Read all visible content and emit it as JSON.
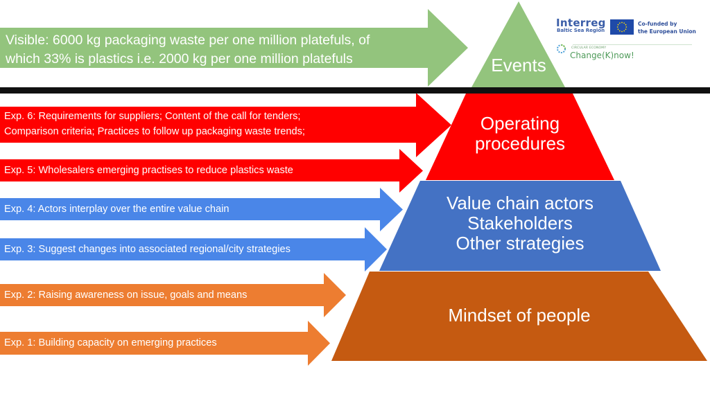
{
  "colors": {
    "green": "#93c47d",
    "red": "#ff0000",
    "blue_arrow": "#4a86e8",
    "blue_level": "#4472c4",
    "orange_arrow": "#ed7d31",
    "orange_level": "#c55a11",
    "divider": "#111111",
    "text": "#ffffff"
  },
  "logos": {
    "interreg_title": "Interreg",
    "interreg_subtitle": "Baltic Sea Region",
    "eu_line1": "Co-funded by",
    "eu_line2": "the European Union",
    "circular_economy_label": "CIRCULAR ECONOMY",
    "project_name": "Change(K)now!"
  },
  "pyramid": [
    {
      "id": "events",
      "label": "Events",
      "color": "#93c47d"
    },
    {
      "id": "operating-procedures",
      "label": "Operating\nprocedures",
      "color": "#ff0000"
    },
    {
      "id": "value-chain",
      "label": "Value chain actors\nStakeholders\nOther strategies",
      "color": "#4472c4"
    },
    {
      "id": "mindset",
      "label": "Mindset of people",
      "color": "#c55a11"
    }
  ],
  "arrows": [
    {
      "id": "visible",
      "level": "events",
      "color": "#93c47d",
      "lines": [
        "Visible: 6000 kg packaging waste per one million platefuls, of",
        "which 33% is plastics i.e. 2000 kg per one million platefuls"
      ]
    },
    {
      "id": "exp-6",
      "level": "operating-procedures",
      "color": "#ff0000",
      "lines": [
        "Exp. 6: Requirements for suppliers; Content of the call for tenders;",
        "Comparison criteria; Practices to follow up packaging waste trends;"
      ]
    },
    {
      "id": "exp-5",
      "level": "operating-procedures",
      "color": "#ff0000",
      "lines": [
        "Exp. 5: Wholesalers emerging practises to reduce plastics waste"
      ]
    },
    {
      "id": "exp-4",
      "level": "value-chain",
      "color": "#4a86e8",
      "lines": [
        "Exp. 4: Actors interplay over the entire  value chain"
      ]
    },
    {
      "id": "exp-3",
      "level": "value-chain",
      "color": "#4a86e8",
      "lines": [
        "Exp. 3: Suggest changes into associated regional/city  strategies"
      ]
    },
    {
      "id": "exp-2",
      "level": "mindset",
      "color": "#ed7d31",
      "lines": [
        "Exp. 2: Raising awareness on issue,  goals and means"
      ]
    },
    {
      "id": "exp-1",
      "level": "mindset",
      "color": "#ed7d31",
      "lines": [
        "Exp. 1: Building capacity on emerging practices"
      ]
    }
  ]
}
